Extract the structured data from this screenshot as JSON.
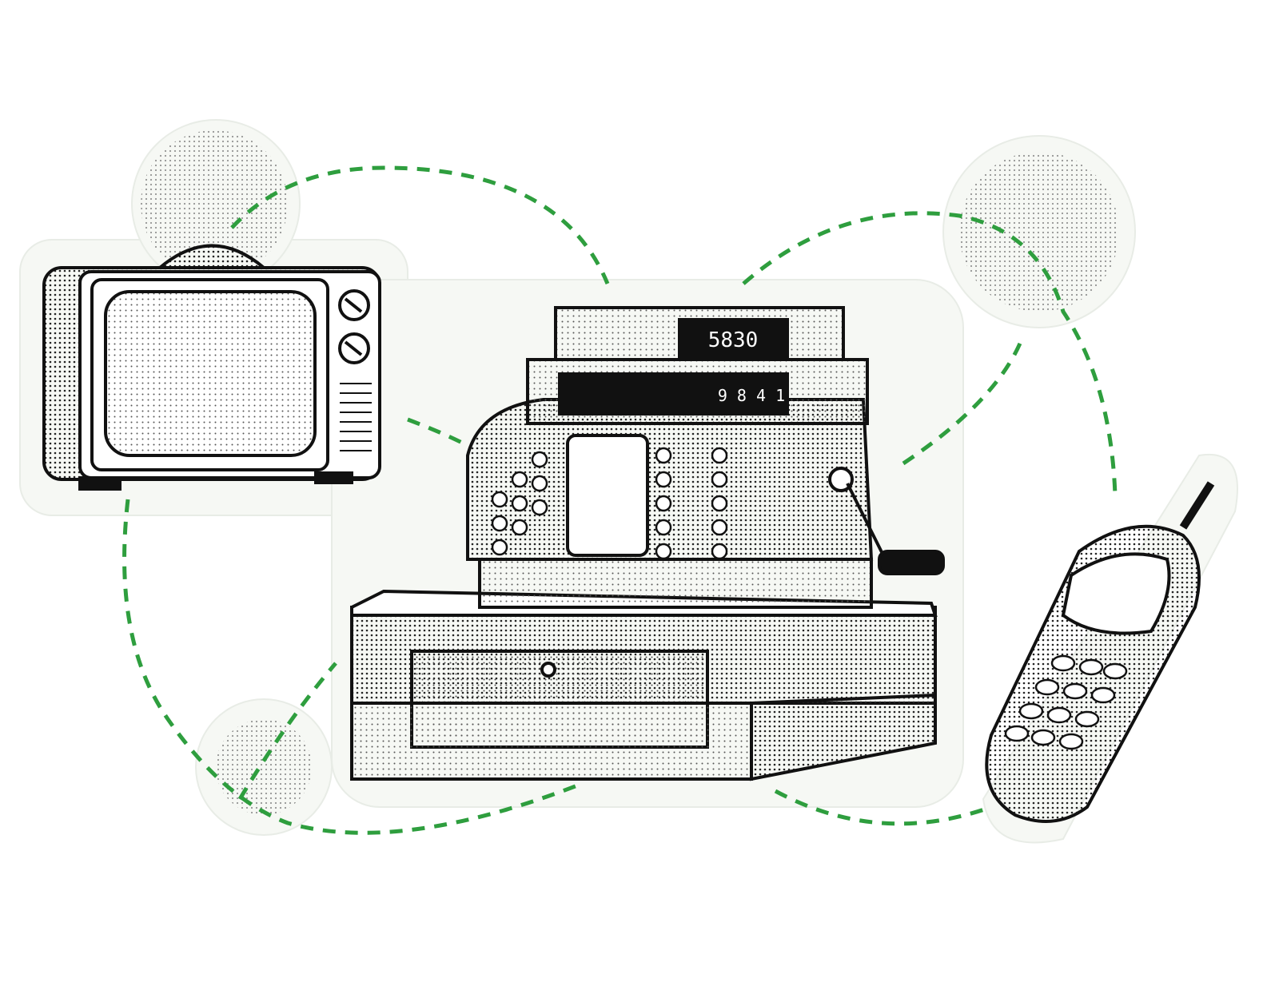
{
  "illustration": {
    "subjects": [
      "television",
      "cash-register",
      "mobile-phone"
    ],
    "register_display_top": "5830",
    "register_display_bottom": "9 8 4 1",
    "accent_color": "#2e9e3e",
    "ink_color": "#111111"
  }
}
